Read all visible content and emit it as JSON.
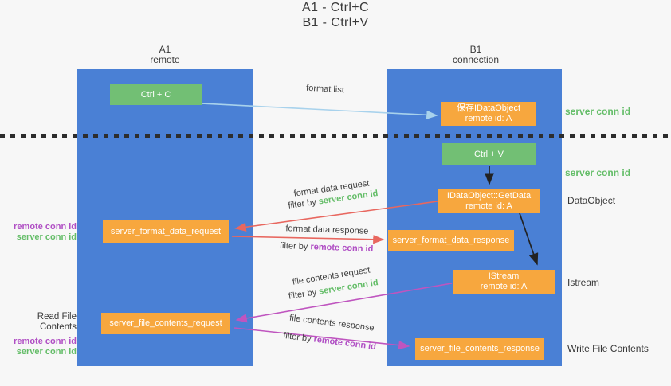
{
  "title": {
    "line1": "A1 - Ctrl+C",
    "line2": "B1 - Ctrl+V"
  },
  "columns": {
    "a1": {
      "title": "A1",
      "subtitle": "remote"
    },
    "b1": {
      "title": "B1",
      "subtitle": "connection"
    }
  },
  "nodes": {
    "ctrl_c": {
      "label": "Ctrl + C"
    },
    "ctrl_v": {
      "label": "Ctrl + V"
    },
    "save_dataobject": {
      "line1": "保存IDataObject",
      "line2": "remote id: A"
    },
    "getdata": {
      "line1": "IDataObject::GetData",
      "line2": "remote id: A"
    },
    "istream": {
      "line1": "IStream",
      "line2": "remote id: A"
    },
    "server_format_data_request": {
      "label": "server_format_data_request"
    },
    "server_format_data_response": {
      "label": "server_format_data_response"
    },
    "server_file_contents_request": {
      "label": "server_file_contents_request"
    },
    "server_file_contents_response": {
      "label": "server_file_contents_response"
    }
  },
  "labels": {
    "format_list": "format list",
    "format_data_request": "format data request",
    "format_data_response": "format data response",
    "file_contents_request": "file contents request",
    "file_contents_response": "file contents response",
    "filter_by": "filter by",
    "server_conn_id": "server conn id",
    "remote_conn_id": "remote conn id",
    "read_file_contents": "Read File Contents",
    "write_file_contents": "Write File Contents",
    "dataobject": "DataObject",
    "istream": "Istream"
  },
  "colors": {
    "column_blue": "#4a80d5",
    "box_green": "#72bf74",
    "box_orange": "#f7a73e",
    "text_green": "#64bd68",
    "text_purple": "#b04fc4",
    "arrow_red": "#e8675f",
    "arrow_magenta": "#bf55bf",
    "arrow_lightblue": "#a8d2ec",
    "arrow_black": "#222222"
  }
}
